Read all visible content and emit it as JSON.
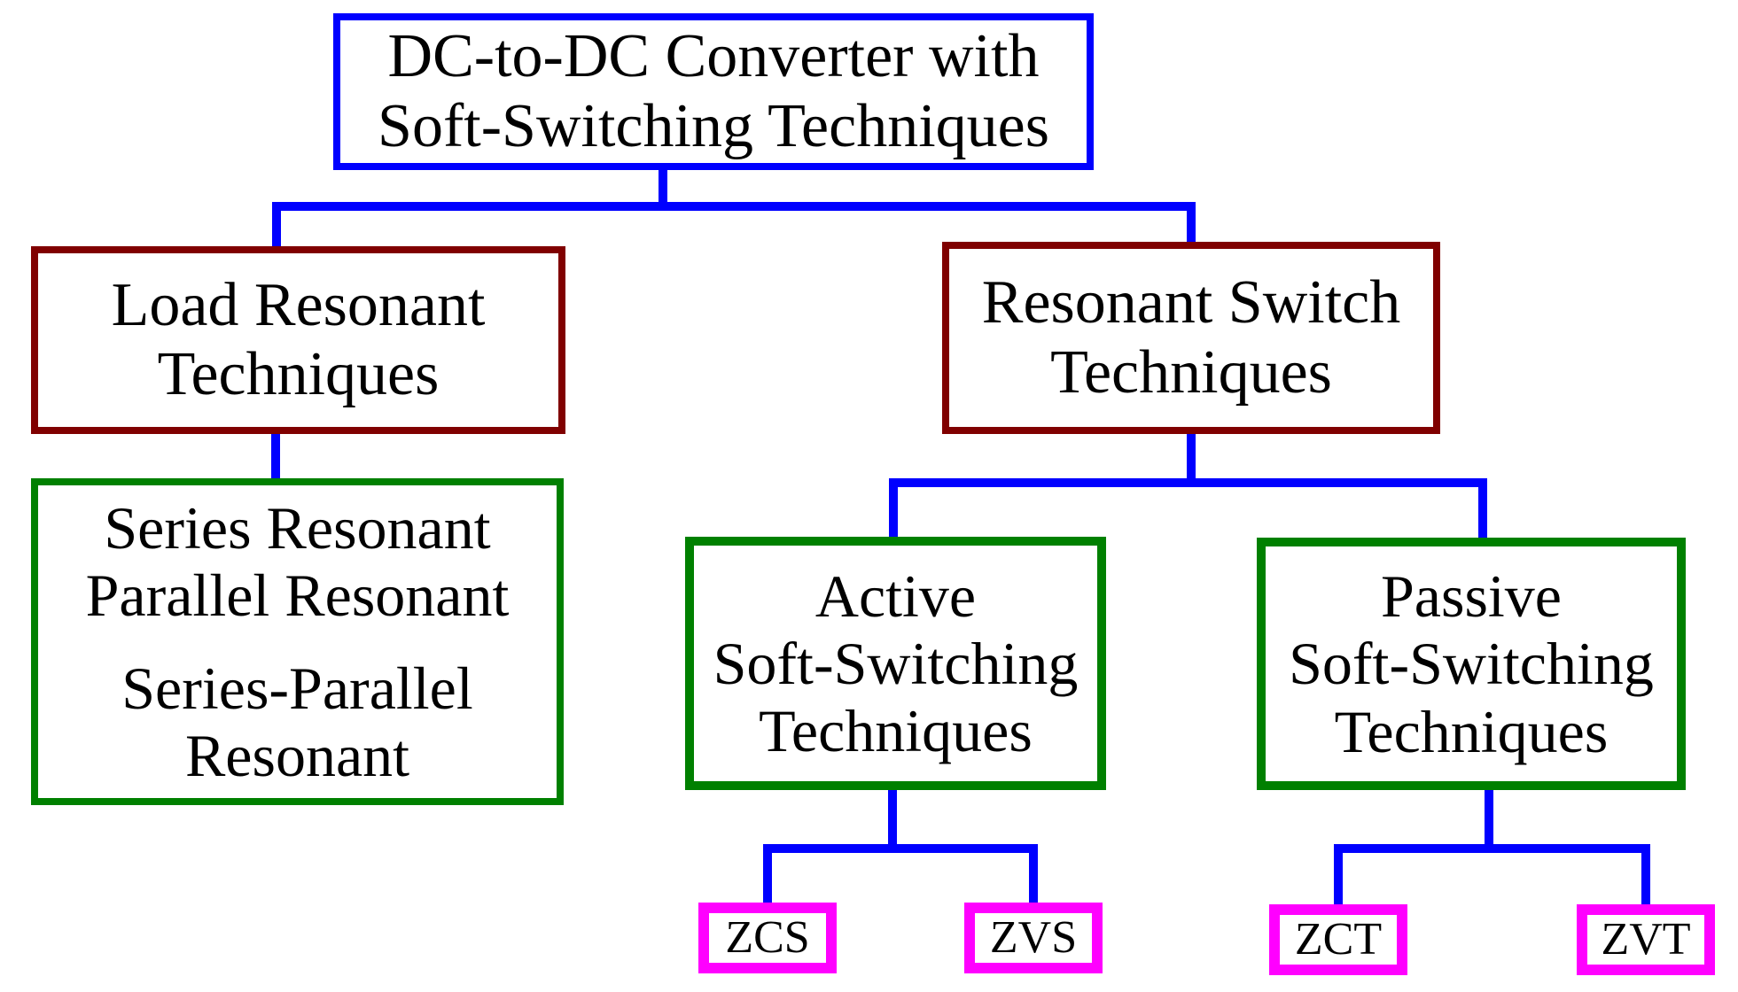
{
  "diagram": {
    "title_box": {
      "lines": [
        "DC-to-DC Converter with",
        "Soft-Switching Techniques"
      ]
    },
    "load_resonant": {
      "lines": [
        "Load Resonant",
        "Techniques"
      ]
    },
    "resonant_switch": {
      "lines": [
        "Resonant Switch",
        "Techniques"
      ]
    },
    "load_detail": {
      "items": [
        "Series Resonant",
        "Parallel Resonant",
        "Series-Parallel Resonant"
      ]
    },
    "active": {
      "lines": [
        "Active",
        "Soft-Switching",
        "Techniques"
      ]
    },
    "passive": {
      "lines": [
        "Passive",
        "Soft-Switching",
        "Techniques"
      ]
    },
    "leaves": {
      "zcs": "ZCS",
      "zvs": "ZVS",
      "zct": "ZCT",
      "zvt": "ZVT"
    },
    "colors": {
      "connector": "#0000FF",
      "root_border": "#0000FF",
      "branch_border": "#800000",
      "group_border": "#008000",
      "leaf_border": "#FF00FF",
      "text": "#000000",
      "background": "#FFFFFF"
    }
  }
}
